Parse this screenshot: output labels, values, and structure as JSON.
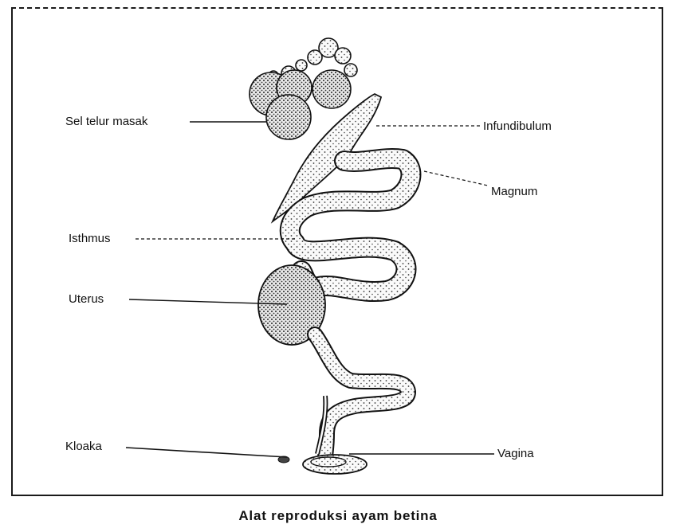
{
  "diagram": {
    "labels": {
      "sel_telur_masak": "Sel telur masak",
      "infundibulum": "Infundibulum",
      "magnum": "Magnum",
      "isthmus": "Isthmus",
      "uterus": "Uterus",
      "kloaka": "Kloaka",
      "vagina": "Vagina"
    },
    "caption": "Alat reproduksi ayam betina"
  }
}
